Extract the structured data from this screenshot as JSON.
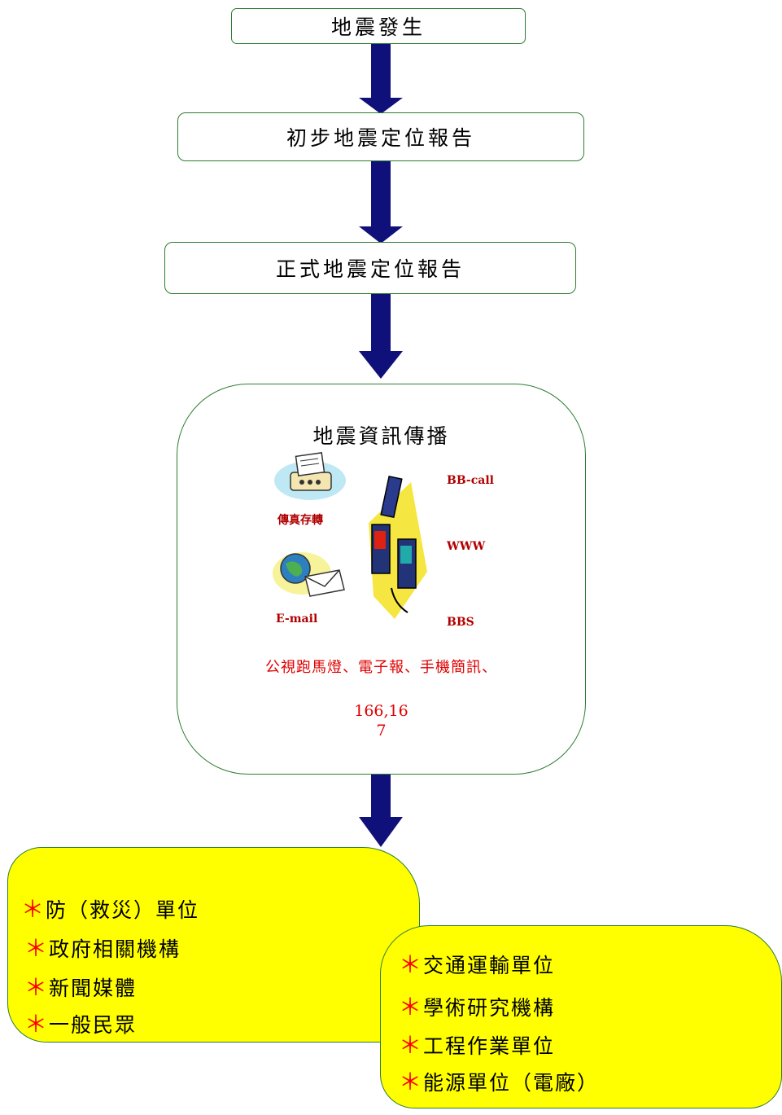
{
  "steps": {
    "s1": "地震發生",
    "s2": "初步地震定位報告",
    "s3": "正式地震定位報告"
  },
  "dissemination": {
    "title": "地震資訊傳播",
    "clipart_labels": {
      "fax": "傳真存轉",
      "email": "E-mail",
      "bbcall": "BB-call",
      "www": "WWW",
      "bbs": "BBS"
    },
    "channels": "公視跑馬燈、電子報、手機簡訊、",
    "numbers_line1": "166,16",
    "numbers_line2": "7"
  },
  "recipients_left": {
    "bullet": "＊",
    "items": [
      "防（救災）單位",
      "政府相關機構",
      "新聞媒體",
      "一般民眾"
    ]
  },
  "recipients_right": {
    "bullet": "＊",
    "items": [
      "交通運輸單位",
      "學術研究機構",
      "工程作業單位",
      "能源單位（電廠）"
    ]
  },
  "colors": {
    "arrow": "#10107a",
    "box_border": "#2e7d32",
    "recipient_fill": "#ffff00",
    "accent_red": "#ff0000"
  }
}
